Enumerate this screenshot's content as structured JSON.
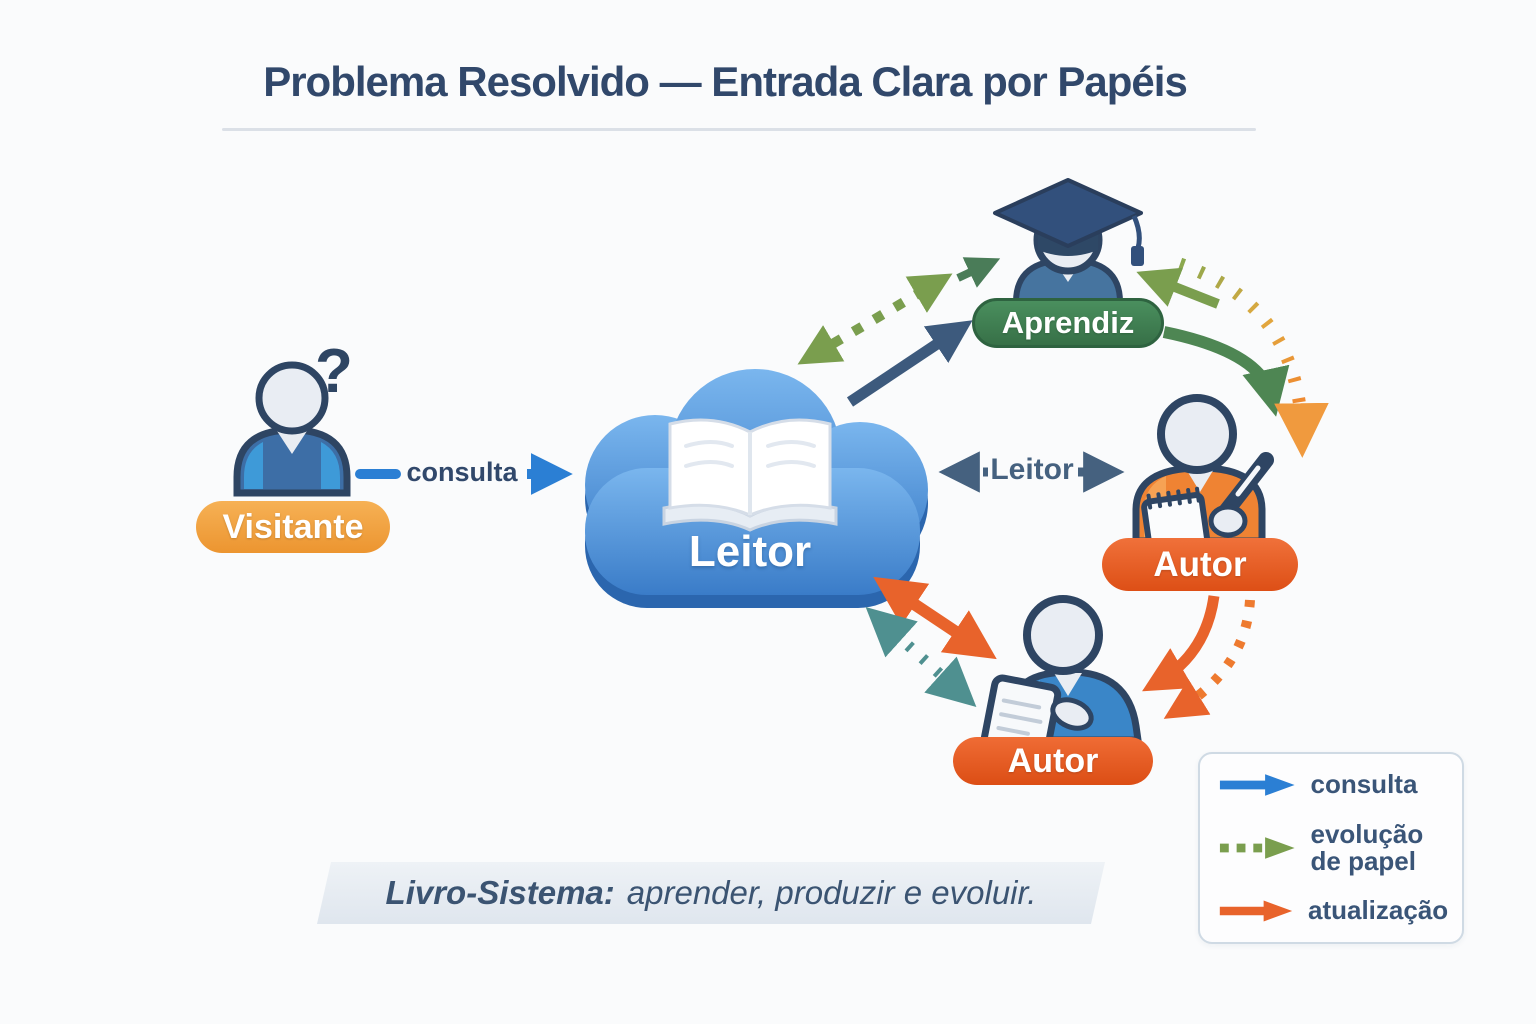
{
  "title": "Problema Resolvido — Entrada Clara por Papéis",
  "nodes": {
    "visitante": {
      "label": "Visitante",
      "thought": "?"
    },
    "cloud": {
      "label": "Leitor"
    },
    "aprendiz": {
      "label": "Aprendiz"
    },
    "autor_right": {
      "label": "Autor"
    },
    "autor_bottom": {
      "label": "Autor"
    }
  },
  "edges": {
    "consulta_label": "consulta",
    "leitor_label": "Leitor"
  },
  "legend": {
    "items": [
      {
        "label": "consulta",
        "style": "solid",
        "color": "#2b7fd4"
      },
      {
        "label": "evolução de papel",
        "style": "dashed",
        "color": "#7a9e4e"
      },
      {
        "label": "atualização",
        "style": "solid",
        "color": "#e8632b"
      }
    ]
  },
  "banner": {
    "lead": "Livro-Sistema:",
    "rest": "aprender, produzir e evoluir."
  },
  "colors": {
    "title_navy": "#31486b",
    "cloud_blue": "#3a7cc8",
    "pill_green": "#3e7d50",
    "pill_orange": "#e2571f",
    "visitante_pill_orange": "#f0a33c",
    "arrow_blue": "#2b7fd4",
    "arrow_olive": "#7a9e4e",
    "arrow_navy": "#3d5a7d",
    "arrow_slate": "#45617f",
    "arrow_orange": "#e8632b",
    "arrow_teal": "#4f9090",
    "banner_bg": "#e7ecf2"
  }
}
